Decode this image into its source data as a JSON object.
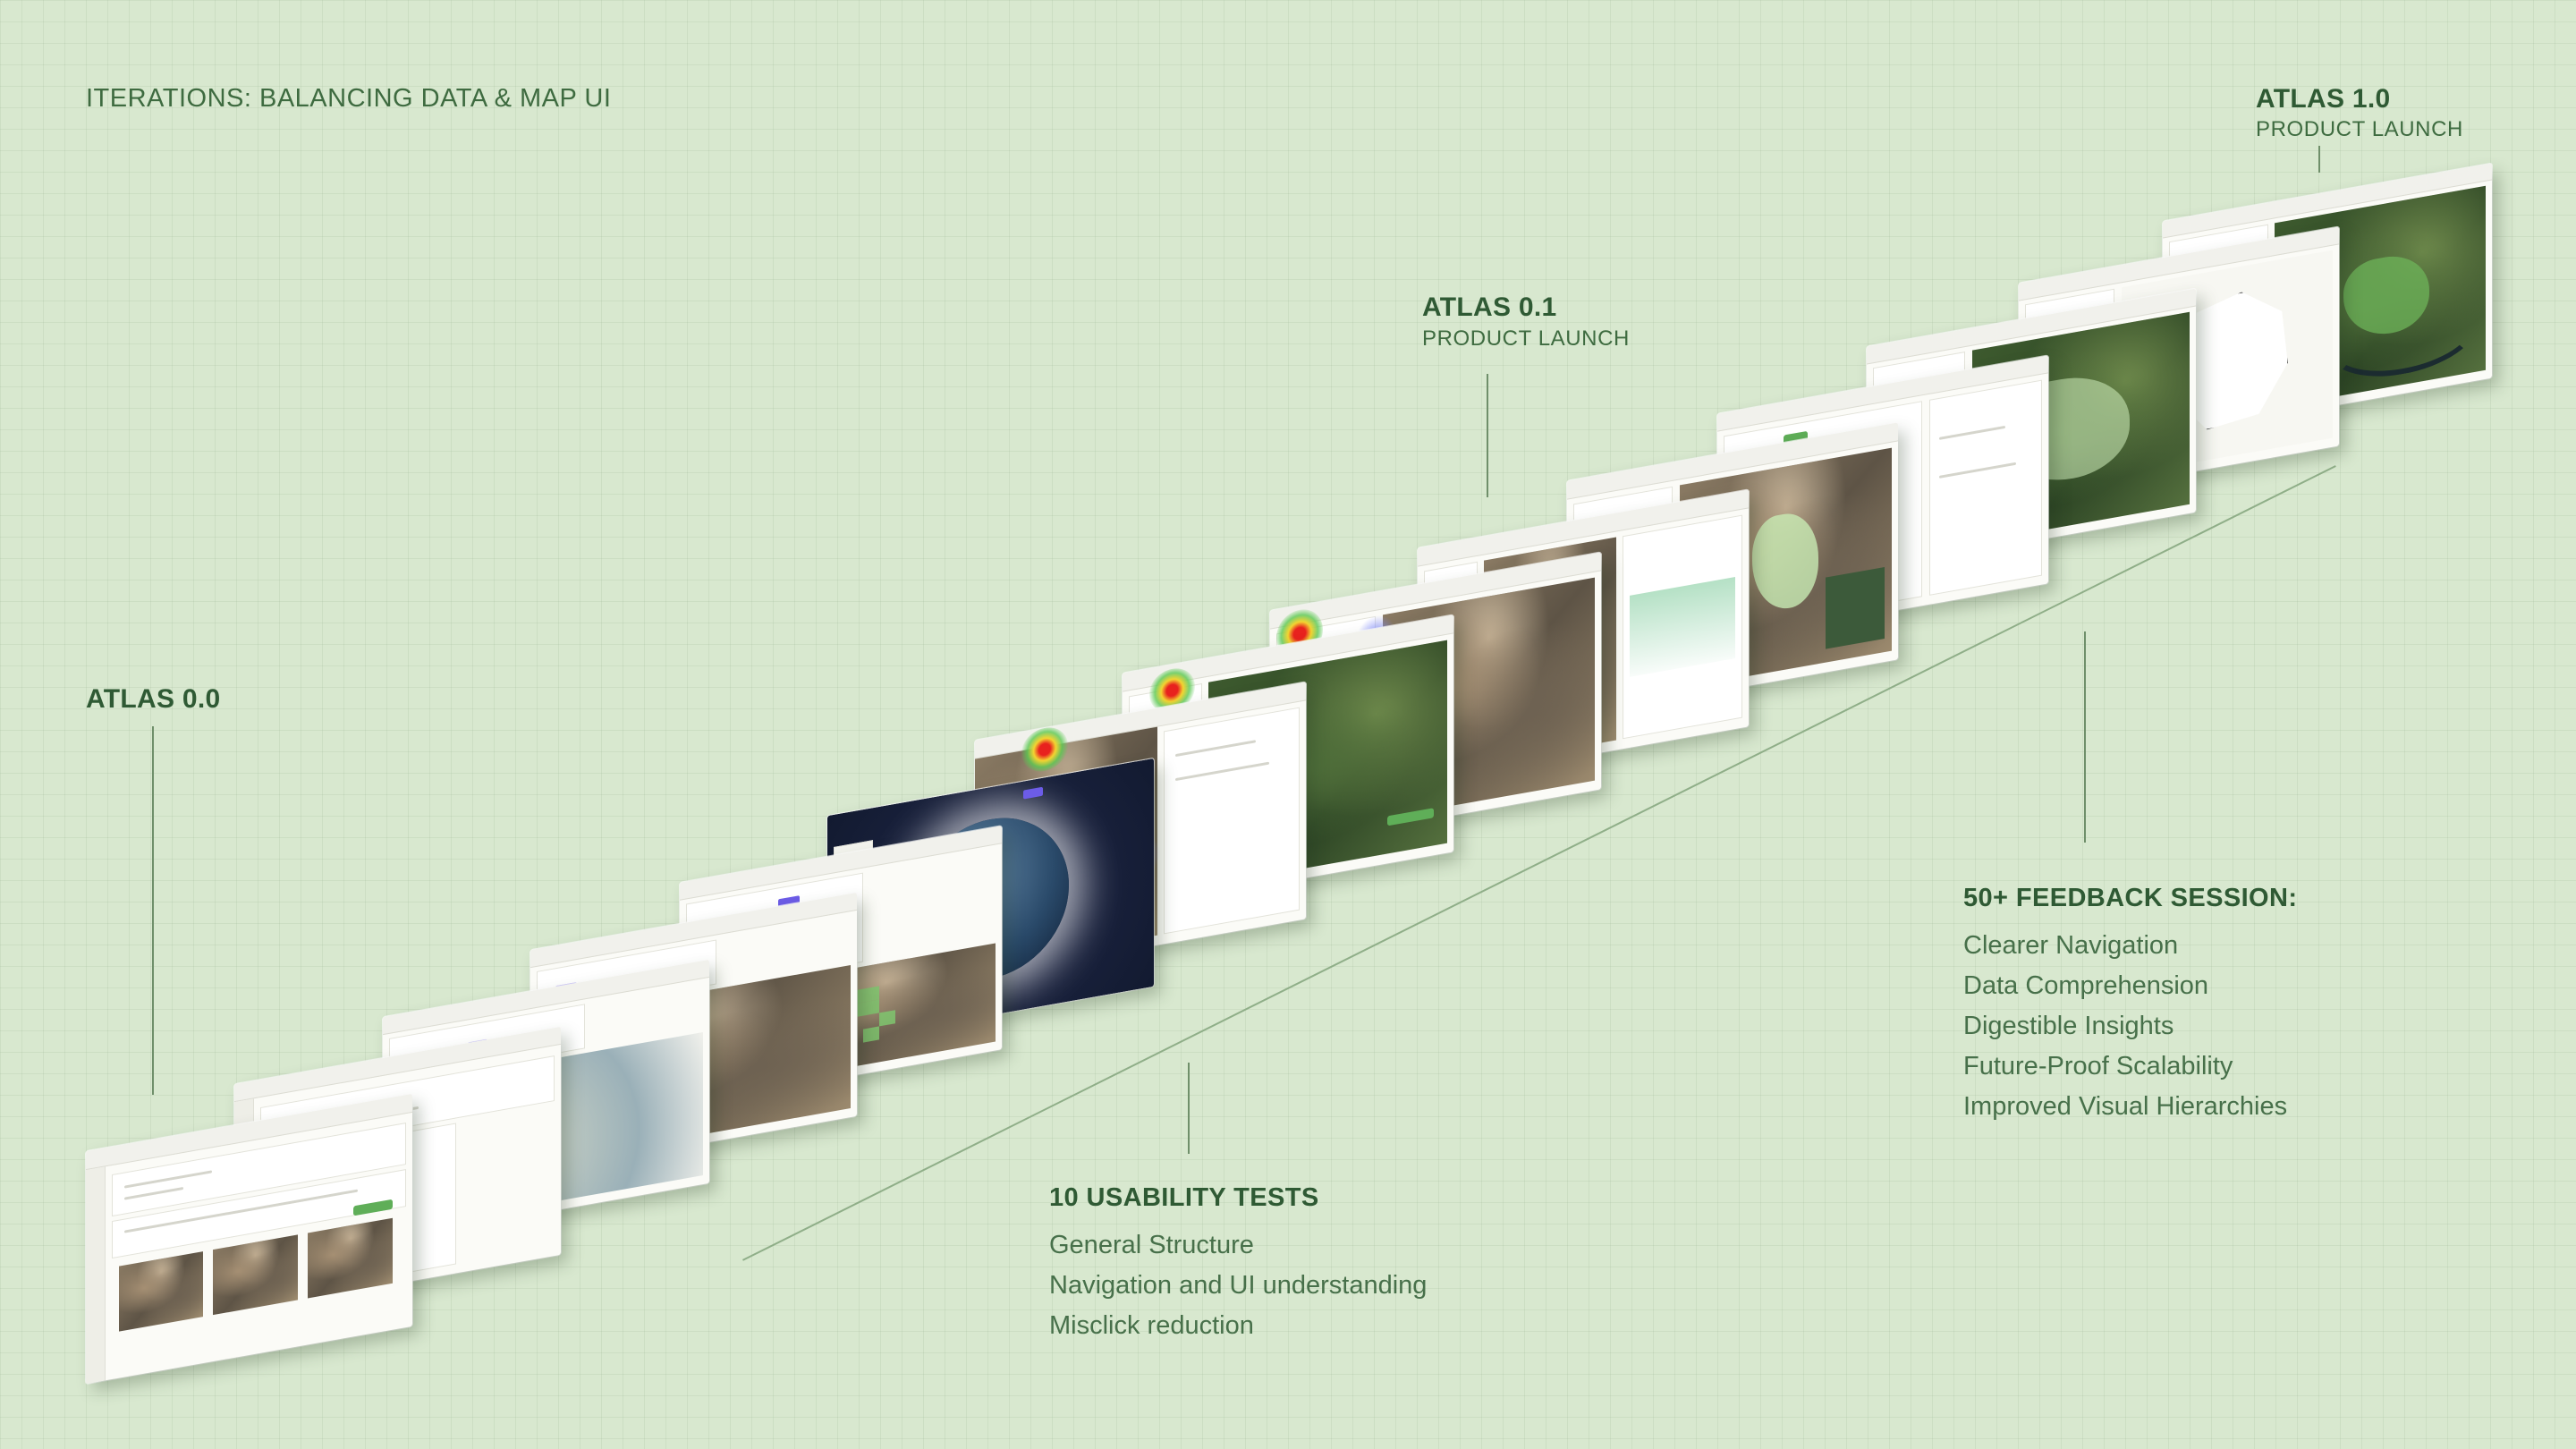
{
  "page": {
    "title": "ITERATIONS: BALANCING DATA & MAP UI"
  },
  "milestones": {
    "atlas_00": {
      "heading": "ATLAS 0.0"
    },
    "atlas_01": {
      "heading": "ATLAS 0.1",
      "subheading": "PRODUCT LAUNCH"
    },
    "atlas_10": {
      "heading": "ATLAS 1.0",
      "subheading": "PRODUCT LAUNCH"
    }
  },
  "usability": {
    "heading": "10 USABILITY TESTS",
    "items": [
      "General Structure",
      "Navigation and UI understanding",
      "Misclick reduction"
    ]
  },
  "feedback": {
    "heading": "50+ FEEDBACK SESSION:",
    "items": [
      "Clearer Navigation",
      "Data Comprehension",
      "Digestible Insights",
      "Future-Proof Scalability",
      "Improved Visual Hierarchies"
    ]
  },
  "colors": {
    "background": "#d8e8cf",
    "text": "#2f5a34",
    "accent_green": "#5fae58",
    "accent_purple": "#6c5ce7",
    "heatmap_red": "#e8221e"
  }
}
